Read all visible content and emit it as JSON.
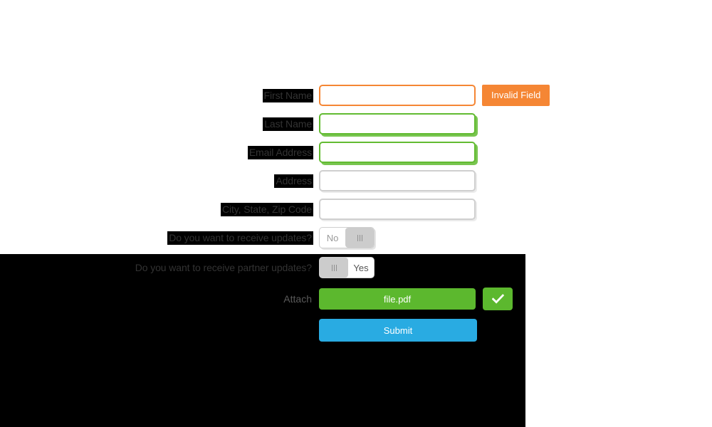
{
  "form": {
    "rows": [
      {
        "id": "first-name",
        "label": "First Name",
        "label_style": "chip",
        "control": "input",
        "state": "invalid",
        "value": "",
        "placeholder": "",
        "badge": "Invalid Field"
      },
      {
        "id": "last-name",
        "label": "Last Name",
        "label_style": "chip",
        "control": "input",
        "state": "valid",
        "value": "",
        "placeholder": ""
      },
      {
        "id": "email-address",
        "label": "Email Address",
        "label_style": "chip",
        "control": "input",
        "state": "valid",
        "value": "",
        "placeholder": ""
      },
      {
        "id": "address",
        "label": "Address",
        "label_style": "chip",
        "control": "input",
        "state": "neutral",
        "value": "",
        "placeholder": ""
      },
      {
        "id": "city-state-zip",
        "label": "City, State, Zip Code",
        "label_style": "chip",
        "control": "input",
        "state": "neutral",
        "value": "",
        "placeholder": ""
      },
      {
        "id": "receive-updates",
        "label": "Do you want to receive updates?",
        "label_style": "chip",
        "control": "toggle",
        "toggle_text": "No",
        "handle_side": "right"
      },
      {
        "id": "receive-partner-updates",
        "label": "Do you want to receive partner updates?",
        "label_style": "chip",
        "control": "toggle",
        "toggle_text": "Yes",
        "handle_side": "left"
      },
      {
        "id": "attach",
        "label": "Attach",
        "label_style": "plain",
        "control": "file",
        "file_name": "file.pdf",
        "confirm_icon": "check-icon"
      },
      {
        "id": "submit",
        "label": "",
        "label_style": "plain",
        "control": "submit",
        "submit_label": "Submit"
      }
    ]
  },
  "colors": {
    "invalid": "#f58634",
    "valid": "#62bb31",
    "neutral": "#cfcfcf",
    "file_green": "#5cb82e",
    "submit_blue": "#29abe2",
    "overlay_black": "#000000",
    "label_chip_bg": "#000000",
    "label_chip_fg": "#333333"
  }
}
